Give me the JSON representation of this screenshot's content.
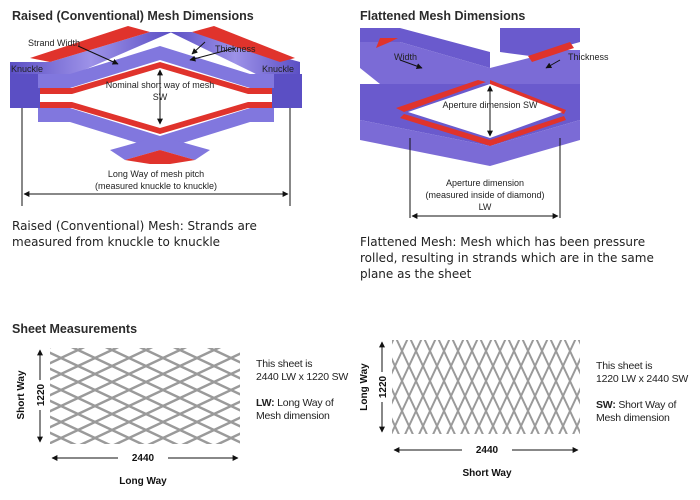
{
  "raised": {
    "title": "Raised (Conventional) Mesh Dimensions",
    "labels": {
      "strand_width": "Strand Width",
      "thickness": "Thickness",
      "knuckle_left": "Knuckle",
      "knuckle_right": "Knuckle",
      "sw_line1": "Nominal short way of mesh",
      "sw_line2": "SW",
      "lw_line1": "Long Way of mesh pitch",
      "lw_line2": "(measured knuckle to knuckle)"
    },
    "description": "Raised (Conventional) Mesh: Strands are measured from knuckle to knuckle"
  },
  "flattened": {
    "title": "Flattened Mesh Dimensions",
    "labels": {
      "width": "Width",
      "thickness": "Thickness",
      "aperture_sw": "Aperture dimension SW",
      "lw_line1": "Aperture dimension",
      "lw_line2": "(measured inside of diamond)",
      "lw_line3": "LW"
    },
    "description": "Flattened Mesh: Mesh which has been pressure rolled, resulting in strands which are in the same plane as the sheet"
  },
  "sheets": {
    "title": "Sheet Measurements",
    "left": {
      "vertical_value": "1220",
      "vertical_axis": "Short Way",
      "horizontal_value": "2440",
      "horizontal_axis": "Long Way",
      "note_line1": "This sheet is",
      "note_line2": "2440 LW x 1220 SW",
      "key_abbr": "LW:",
      "key_text1": " Long Way of",
      "key_text2": "Mesh dimension"
    },
    "right": {
      "vertical_value": "1220",
      "vertical_axis": "Long Way",
      "horizontal_value": "2440",
      "horizontal_axis": "Short Way",
      "note_line1": "This sheet is",
      "note_line2": "1220 LW x 2440 SW",
      "key_abbr": "SW:",
      "key_text1": " Short Way of",
      "key_text2": "Mesh dimension"
    }
  },
  "colors": {
    "strand_blue": "#6a5acd",
    "strand_red": "#e0332c",
    "mesh_gray": "#9a9a9a"
  }
}
